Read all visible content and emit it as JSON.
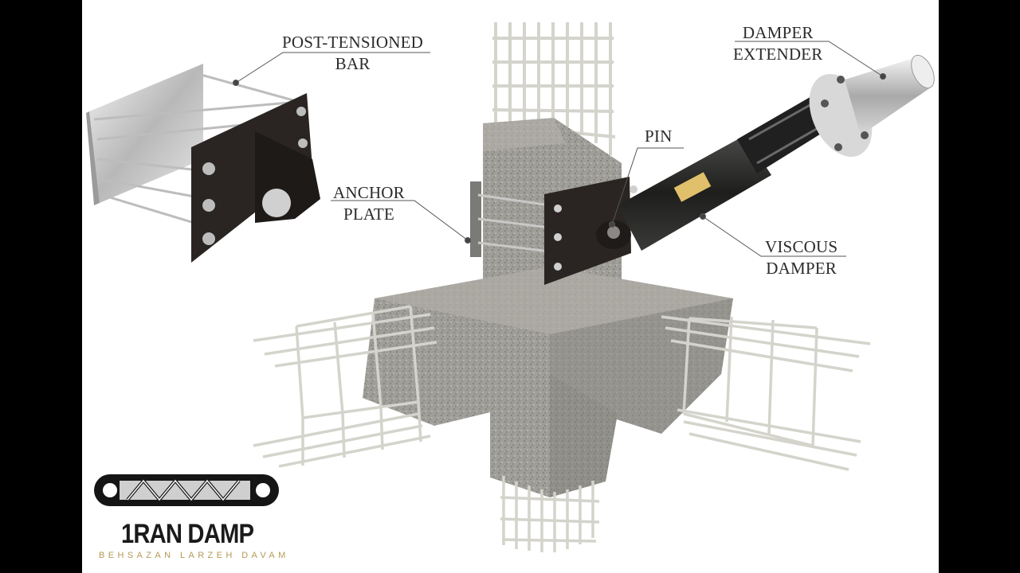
{
  "labels": {
    "post_tensioned_bar": [
      "POST-TENSIONED",
      "BAR"
    ],
    "damper_extender": [
      "DAMPER",
      "EXTENDER"
    ],
    "pin": [
      "PIN"
    ],
    "anchor_plate": [
      "ANCHOR",
      "PLATE"
    ],
    "viscous_damper": [
      "VISCOUS",
      "DAMPER"
    ]
  },
  "logo": {
    "name": "1RAN DAMP",
    "tagline": "BEHSAZAN LARZEH DAVAM"
  },
  "colors": {
    "side_bars": "#000000",
    "background": "#ffffff",
    "concrete": "#9c9a94",
    "steel_plate": "#2a2522",
    "rebar": "#d8d8d2",
    "tagline_gold": "#b39a55"
  }
}
